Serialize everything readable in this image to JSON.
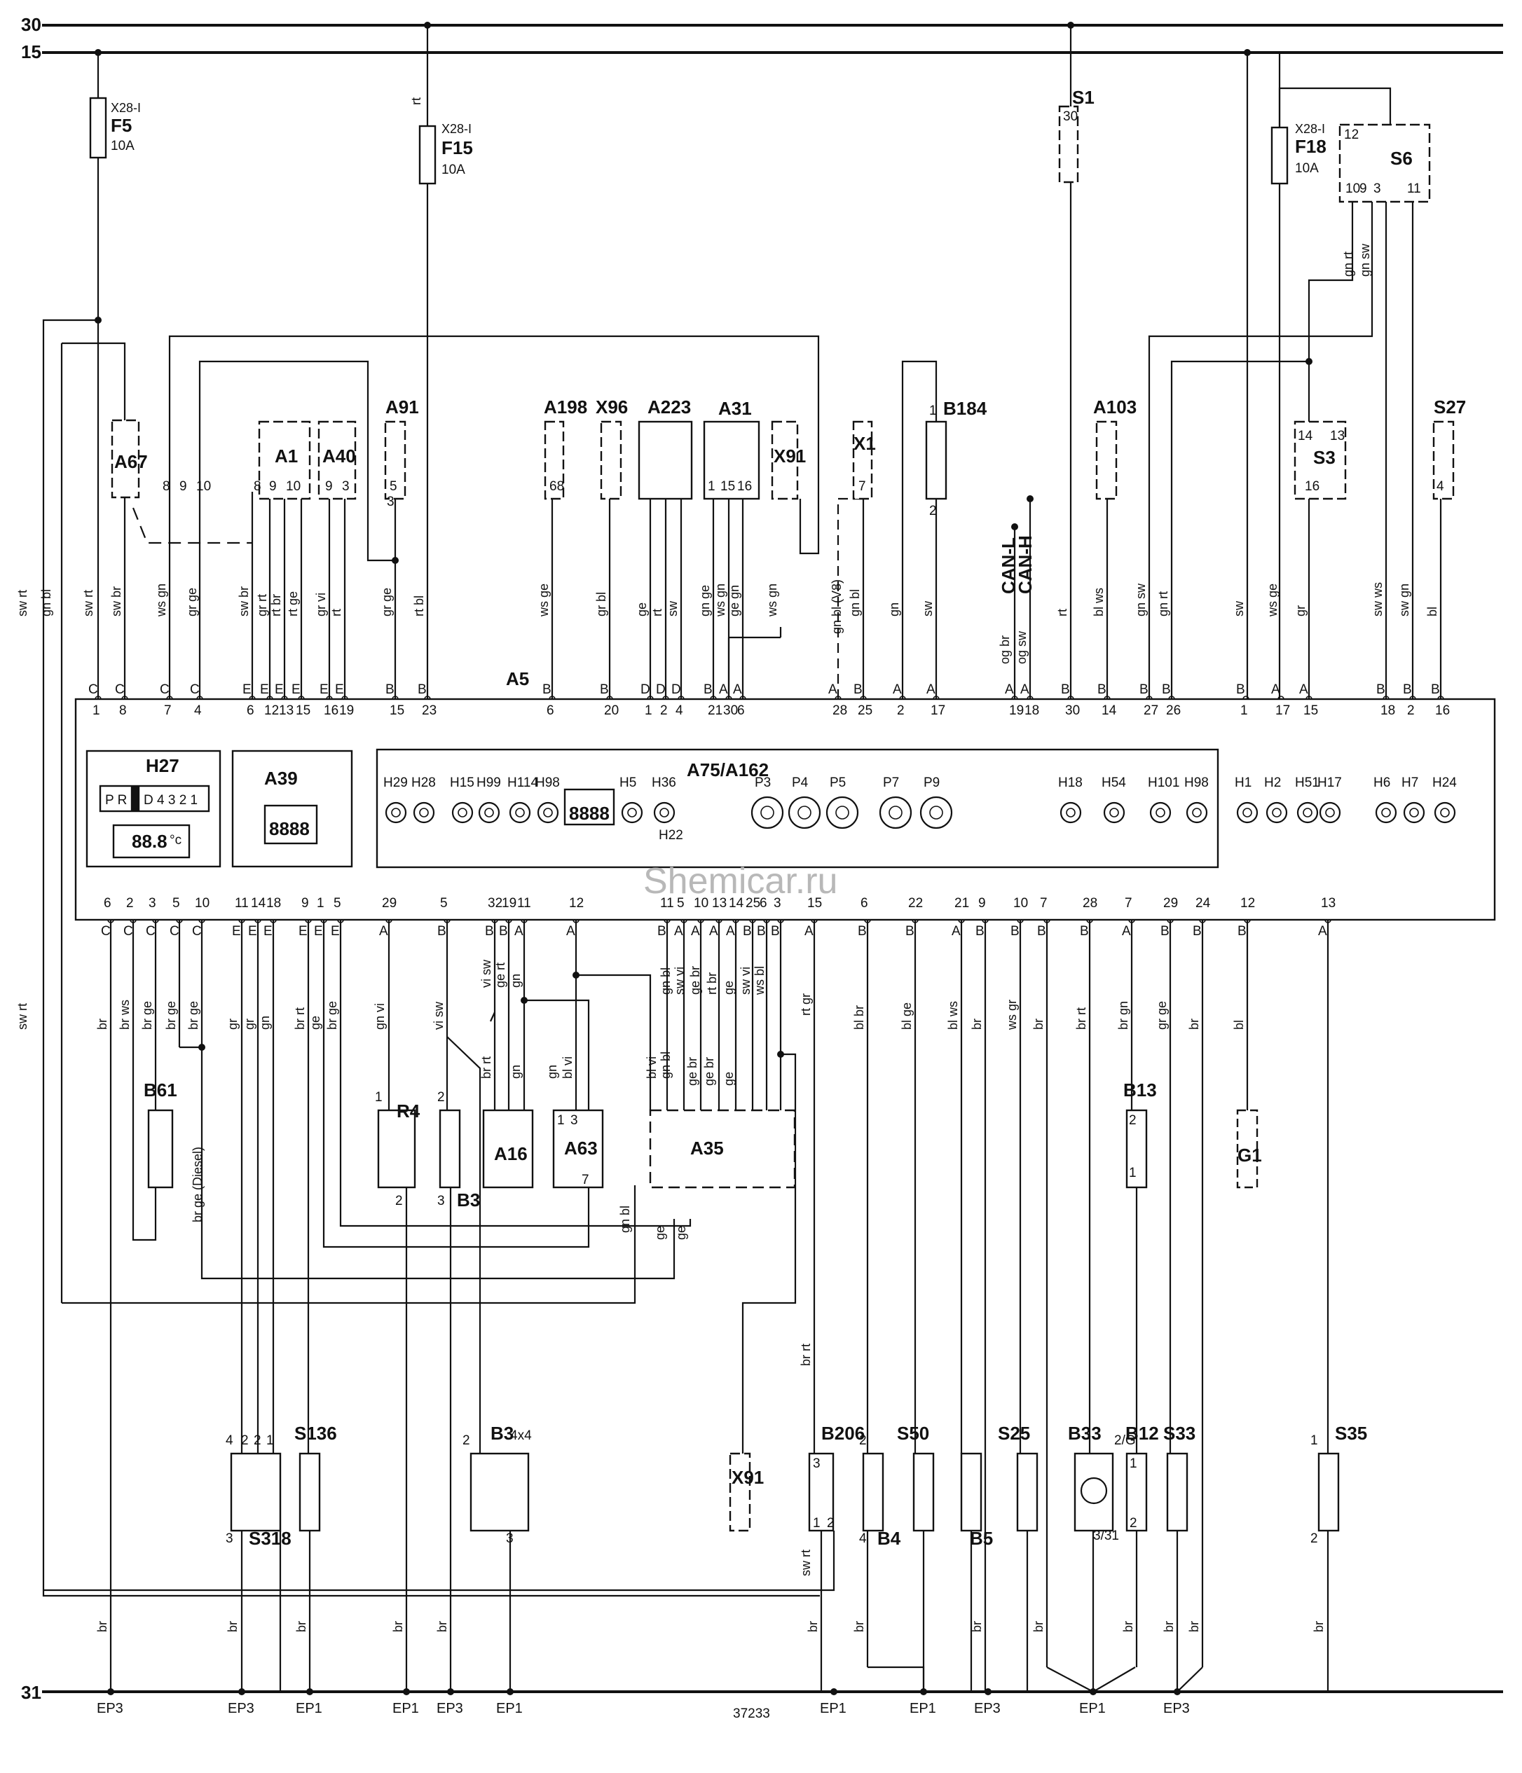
{
  "diagram": {
    "doc_number": "37233",
    "watermark": "Shemicar.ru",
    "rails": [
      {
        "label": "30"
      },
      {
        "label": "15"
      },
      {
        "label": "31"
      }
    ],
    "fuses": [
      {
        "connector": "X28-I",
        "name": "F5",
        "rating": "10A"
      },
      {
        "connector": "X28-I",
        "name": "F15",
        "rating": "10A"
      },
      {
        "connector": "X28-I",
        "name": "F18",
        "rating": "10A"
      }
    ],
    "cluster": {
      "name": "A5",
      "inner_name": "A75/A162",
      "gear_display_name": "H27",
      "gear_text": "P R",
      "gear_text2": "D 4 3 2 1",
      "temp_text": "88.8",
      "temp_unit": "°c",
      "odo_display_name": "A39",
      "odo_text": "8888",
      "digital_text": "8888",
      "indicators": [
        "H29",
        "H28",
        "H15",
        "H99",
        "H114",
        "H98",
        "H5",
        "H36",
        "H22",
        "P3",
        "P4",
        "P5",
        "P7",
        "P9",
        "H18",
        "H54",
        "H101",
        "H98",
        "H1",
        "H2",
        "H51",
        "H17",
        "H6",
        "H7",
        "H24"
      ]
    },
    "top_components": [
      "A67",
      "A1",
      "A40",
      "A91",
      "A198",
      "X96",
      "A223",
      "A31",
      "X91",
      "X1",
      "B184",
      "A103",
      "S3",
      "S27",
      "S1",
      "S6"
    ],
    "can": [
      "CAN-L",
      "CAN-H"
    ],
    "bottom_components": [
      "B61",
      "R4",
      "B3",
      "A16",
      "A63",
      "A35",
      "B13",
      "G1",
      "S318",
      "S136",
      "B3",
      "X91",
      "B206",
      "B4",
      "S50",
      "B5",
      "S25",
      "B33",
      "B12",
      "S33",
      "S35"
    ],
    "b3_variant": "4x4",
    "diesel_note": "br ge (Diesel)",
    "v8_note": "gn bl (V8)",
    "grounds": [
      "EP3",
      "EP3",
      "EP1",
      "EP1",
      "EP3",
      "EP1",
      "EP1",
      "EP1",
      "EP3",
      "EP1",
      "EP3"
    ]
  }
}
